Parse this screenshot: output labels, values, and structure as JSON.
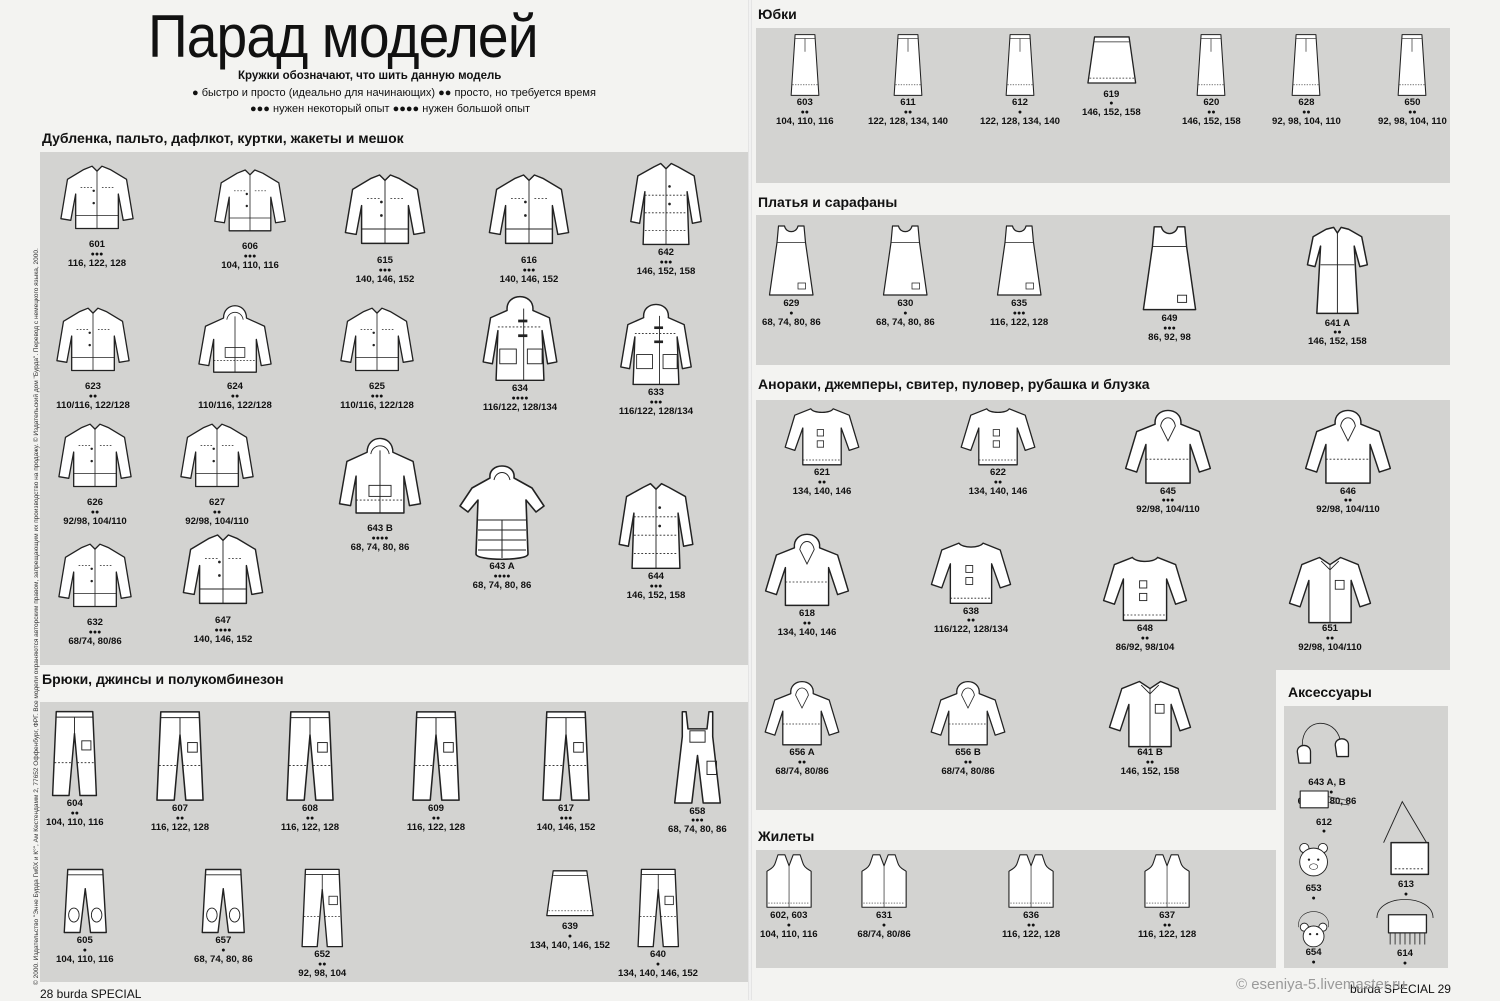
{
  "title": "Парад моделей",
  "legend": {
    "heading": "Кружки обозначают, что шить данную модель",
    "line1": "● быстро и просто (идеально для начинающих)  ●● просто, но требуется время",
    "line2": "●●● нужен некоторый опыт  ●●●● нужен большой опыт"
  },
  "sidebar_text": "© 2000. Издательство \"Энне Бурда ГмбХ и К°\", Ам Кестендамм 2, 77652 Оффенбург, ФРГ. Все модели охраняются авторским правом, запрещающим их производство на продажу. © Издательский дом \"Бурда\". Перевод с немецкого языка, 2000.",
  "footer": {
    "left_page": "28 burda SPECIAL",
    "right_page": "burda SPECIAL 29",
    "watermark": "© eseniya-5.livemaster.ru"
  },
  "sections": {
    "coats": {
      "title": "Дубленка, пальто, дафлкот, куртки, жакеты и мешок",
      "items": [
        {
          "num": "601",
          "dots": "●●●",
          "sizes": "116, 122, 128",
          "icon": "jacket-icon"
        },
        {
          "num": "606",
          "dots": "●●●",
          "sizes": "104, 110, 116",
          "icon": "jacket-icon"
        },
        {
          "num": "615",
          "dots": "●●●",
          "sizes": "140, 146, 152",
          "icon": "jacket-icon"
        },
        {
          "num": "616",
          "dots": "●●●",
          "sizes": "140, 146, 152",
          "icon": "jacket-icon"
        },
        {
          "num": "642",
          "dots": "●●●",
          "sizes": "146, 152, 158",
          "icon": "coat-icon"
        },
        {
          "num": "623",
          "dots": "●●",
          "sizes": "110/116, 122/128",
          "icon": "jacket-icon"
        },
        {
          "num": "624",
          "dots": "●●",
          "sizes": "110/116, 122/128",
          "icon": "hooded-jacket-icon"
        },
        {
          "num": "625",
          "dots": "●●●",
          "sizes": "110/116, 122/128",
          "icon": "jacket-icon"
        },
        {
          "num": "634",
          "dots": "●●●●",
          "sizes": "116/122, 128/134",
          "icon": "hooded-coat-icon"
        },
        {
          "num": "633",
          "dots": "●●●",
          "sizes": "116/122, 128/134",
          "icon": "hooded-coat-icon"
        },
        {
          "num": "626",
          "dots": "●●",
          "sizes": "92/98, 104/110",
          "icon": "jacket-icon"
        },
        {
          "num": "627",
          "dots": "●●",
          "sizes": "92/98, 104/110",
          "icon": "jacket-icon"
        },
        {
          "num": "643 B",
          "dots": "●●●●",
          "sizes": "68, 74, 80, 86",
          "icon": "hooded-jacket-icon"
        },
        {
          "num": "643 A",
          "dots": "●●●●",
          "sizes": "68, 74, 80, 86",
          "icon": "sleeping-bag-icon"
        },
        {
          "num": "644",
          "dots": "●●●",
          "sizes": "146, 152, 158",
          "icon": "coat-icon"
        },
        {
          "num": "632",
          "dots": "●●●",
          "sizes": "68/74, 80/86",
          "icon": "jacket-icon"
        },
        {
          "num": "647",
          "dots": "●●●●",
          "sizes": "140, 146, 152",
          "icon": "jacket-icon"
        }
      ]
    },
    "trousers": {
      "title": "Брюки, джинсы и полукомбинезон",
      "items": [
        {
          "num": "604",
          "dots": "●●",
          "sizes": "104, 110, 116",
          "icon": "trousers-icon"
        },
        {
          "num": "607",
          "dots": "●●",
          "sizes": "116, 122, 128",
          "icon": "trousers-icon"
        },
        {
          "num": "608",
          "dots": "●●",
          "sizes": "116, 122, 128",
          "icon": "trousers-icon"
        },
        {
          "num": "609",
          "dots": "●●",
          "sizes": "116, 122, 128",
          "icon": "trousers-icon"
        },
        {
          "num": "617",
          "dots": "●●●",
          "sizes": "140, 146, 152",
          "icon": "trousers-icon"
        },
        {
          "num": "658",
          "dots": "●●●",
          "sizes": "68, 74, 80, 86",
          "icon": "dungarees-icon"
        },
        {
          "num": "605",
          "dots": "●",
          "sizes": "104, 110, 116",
          "icon": "short-trousers-icon"
        },
        {
          "num": "657",
          "dots": "●",
          "sizes": "68, 74, 80, 86",
          "icon": "short-trousers-icon"
        },
        {
          "num": "652",
          "dots": "●●",
          "sizes": "92, 98, 104",
          "icon": "trousers-icon"
        },
        {
          "num": "639",
          "dots": "●",
          "sizes": "134, 140, 146, 152",
          "icon": "skirt-icon"
        },
        {
          "num": "640",
          "dots": "●",
          "sizes": "134, 140, 146, 152",
          "icon": "trousers-icon"
        }
      ]
    },
    "skirts": {
      "title": "Юбки",
      "items": [
        {
          "num": "603",
          "dots": "●●",
          "sizes": "104, 110, 116",
          "icon": "long-skirt-icon"
        },
        {
          "num": "611",
          "dots": "●●",
          "sizes": "122, 128, 134, 140",
          "icon": "long-skirt-icon"
        },
        {
          "num": "612",
          "dots": "●",
          "sizes": "122, 128, 134, 140",
          "icon": "long-skirt-icon"
        },
        {
          "num": "619",
          "dots": "●",
          "sizes": "146, 152, 158",
          "icon": "skirt-icon"
        },
        {
          "num": "620",
          "dots": "●●",
          "sizes": "146, 152, 158",
          "icon": "long-skirt-icon"
        },
        {
          "num": "628",
          "dots": "●●",
          "sizes": "92, 98, 104, 110",
          "icon": "long-skirt-icon"
        },
        {
          "num": "650",
          "dots": "●●",
          "sizes": "92, 98, 104, 110",
          "icon": "long-skirt-icon"
        }
      ]
    },
    "dresses": {
      "title": "Платья и сарафаны",
      "items": [
        {
          "num": "629",
          "dots": "●",
          "sizes": "68, 74, 80, 86",
          "icon": "pinafore-icon"
        },
        {
          "num": "630",
          "dots": "●",
          "sizes": "68, 74, 80, 86",
          "icon": "pinafore-icon"
        },
        {
          "num": "635",
          "dots": "●●●",
          "sizes": "116, 122, 128",
          "icon": "pinafore-icon"
        },
        {
          "num": "649",
          "dots": "●●●",
          "sizes": "86, 92, 98",
          "icon": "pinafore-icon"
        },
        {
          "num": "641 A",
          "dots": "●●",
          "sizes": "146, 152, 158",
          "icon": "dress-icon"
        }
      ]
    },
    "tops": {
      "title": "Анораки, джемперы, свитер, пуловер, рубашка и блузка",
      "items": [
        {
          "num": "621",
          "dots": "●●",
          "sizes": "134, 140, 146",
          "icon": "sweater-icon"
        },
        {
          "num": "622",
          "dots": "●●",
          "sizes": "134, 140, 146",
          "icon": "sweater-icon"
        },
        {
          "num": "645",
          "dots": "●●●",
          "sizes": "92/98, 104/110",
          "icon": "anorak-icon"
        },
        {
          "num": "646",
          "dots": "●●",
          "sizes": "92/98, 104/110",
          "icon": "anorak-icon"
        },
        {
          "num": "618",
          "dots": "●●",
          "sizes": "134, 140, 146",
          "icon": "anorak-icon"
        },
        {
          "num": "638",
          "dots": "●●",
          "sizes": "116/122, 128/134",
          "icon": "sweater-icon"
        },
        {
          "num": "648",
          "dots": "●●",
          "sizes": "86/92, 98/104",
          "icon": "sweater-icon"
        },
        {
          "num": "651",
          "dots": "●●",
          "sizes": "92/98, 104/110",
          "icon": "shirt-icon"
        },
        {
          "num": "656 A",
          "dots": "●●",
          "sizes": "68/74, 80/86",
          "icon": "anorak-icon"
        },
        {
          "num": "656 B",
          "dots": "●●",
          "sizes": "68/74, 80/86",
          "icon": "anorak-icon"
        },
        {
          "num": "641 B",
          "dots": "●●",
          "sizes": "146, 152, 158",
          "icon": "shirt-icon"
        }
      ]
    },
    "vests": {
      "title": "Жилеты",
      "items": [
        {
          "num": "602, 603",
          "dots": "●",
          "sizes": "104, 110, 116",
          "icon": "vest-icon"
        },
        {
          "num": "631",
          "dots": "●",
          "sizes": "68/74, 80/86",
          "icon": "vest-icon"
        },
        {
          "num": "636",
          "dots": "●●",
          "sizes": "116, 122, 128",
          "icon": "vest-icon"
        },
        {
          "num": "637",
          "dots": "●●",
          "sizes": "116, 122, 128",
          "icon": "vest-icon"
        }
      ]
    },
    "accessories": {
      "title": "Аксессуары",
      "items": [
        {
          "num": "643 A, B",
          "dots": "●●●",
          "sizes": "68, 74, 80, 86",
          "icon": "mittens-icon"
        },
        {
          "num": "612",
          "dots": "●",
          "sizes": "",
          "icon": "belt-bag-icon"
        },
        {
          "num": "613",
          "dots": "●",
          "sizes": "",
          "icon": "shoulder-bag-icon"
        },
        {
          "num": "653",
          "dots": "●",
          "sizes": "",
          "icon": "teddy-backpack-icon"
        },
        {
          "num": "654",
          "dots": "●",
          "sizes": "",
          "icon": "teddy-bag-icon"
        },
        {
          "num": "614",
          "dots": "●",
          "sizes": "",
          "icon": "fringe-bag-icon"
        }
      ]
    }
  }
}
